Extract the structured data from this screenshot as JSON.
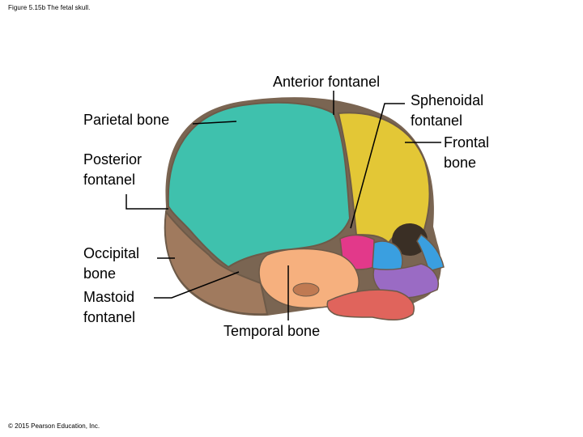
{
  "figure": {
    "caption": "Figure 5.15b The fetal skull.",
    "copyright": "© 2015 Pearson Education, Inc."
  },
  "labels": {
    "anterior_fontanel": "Anterior fontanel",
    "parietal_bone": "Parietal bone",
    "sphenoidal_fontanel": "Sphenoidal\nfontanel",
    "frontal_bone": "Frontal\nbone",
    "posterior_fontanel": "Posterior\nfontanel",
    "occipital_bone": "Occipital\nbone",
    "mastoid_fontanel": "Mastoid\nfontanel",
    "temporal_bone": "Temporal bone"
  },
  "colors": {
    "parietal": "#3fc1ad",
    "frontal": "#e3c736",
    "occipital": "#a07a5e",
    "temporal": "#f6b07e",
    "sphenoid": "#e2398a",
    "orbit_blue": "#3a9fe0",
    "maxilla": "#9a6bc4",
    "mandible": "#e0645c",
    "suture": "#6d5a48"
  }
}
